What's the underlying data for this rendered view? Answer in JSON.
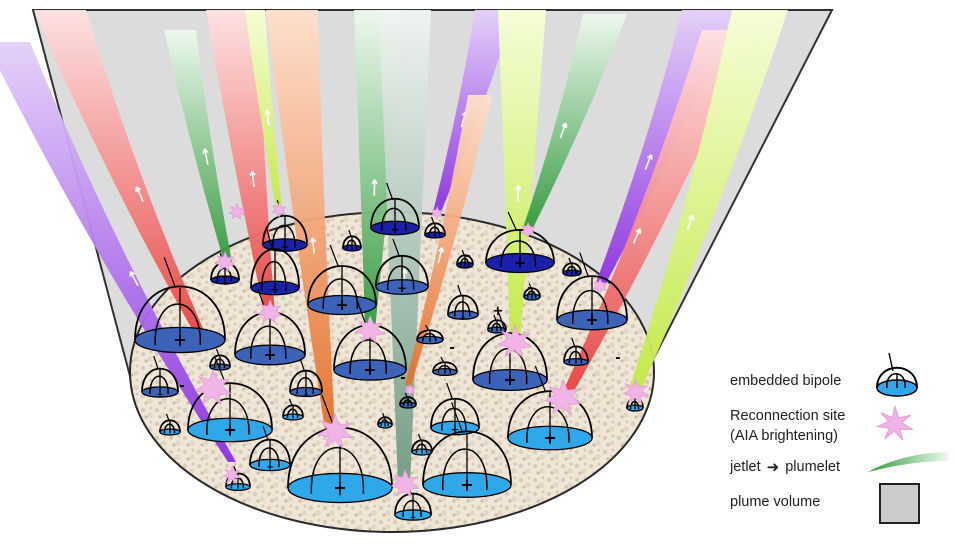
{
  "legend": {
    "bipole_label": "embedded bipole",
    "reconnection_label": "Reconnection site",
    "reconnection_sublabel": "(AIA brightening)",
    "jetlet_label": "jetlet",
    "plumelet_label": "plumelet",
    "plume_volume_label": "plume volume"
  },
  "colors": {
    "plume_volume": "#dcdcdc",
    "plume_edge": "#333333",
    "base_fill": "#efe7da",
    "reconnection": "#f0b4e6",
    "bipole_blue": "#2fa8ea",
    "bipole_navy": "#1a21a8",
    "jet_red": "#f05a5a",
    "jet_orange": "#f08d4c",
    "jet_green": "#3fa34a",
    "jet_lime": "#d2f06a",
    "jet_purple": "#9a4be8",
    "jet_teal": "#8fb3a0"
  },
  "polarity_marks": {
    "plus": "+",
    "minus": "-"
  },
  "icons": [
    "bipole-icon",
    "reconnection-star-icon",
    "plumelet-icon",
    "plume-volume-swatch-icon"
  ]
}
